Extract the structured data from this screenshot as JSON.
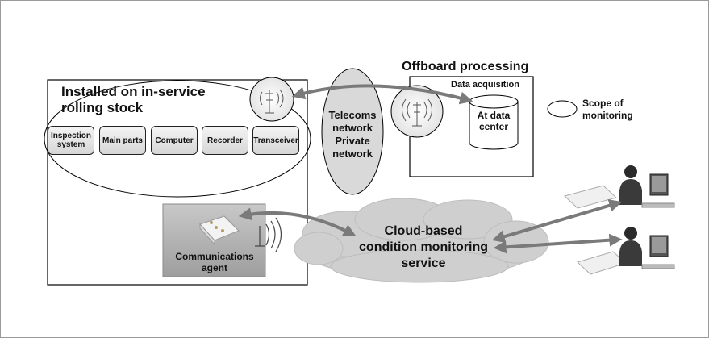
{
  "rolling_stock": {
    "title_line1": "Installed on in-service",
    "title_line2": "rolling stock",
    "components": [
      "Inspection system",
      "Main parts",
      "Computer",
      "Recorder",
      "Transceiver"
    ]
  },
  "network": {
    "line1": "Telecoms",
    "line2": "network",
    "line3": "Private",
    "line4": "network"
  },
  "offboard": {
    "title": "Offboard processing",
    "subtitle": "Data acquisition",
    "center_line1": "At data",
    "center_line2": "center"
  },
  "legend": {
    "line1": "Scope of",
    "line2": "monitoring"
  },
  "agent": {
    "line1": "Communications",
    "line2": "agent"
  },
  "cloud": {
    "line1": "Cloud-based",
    "line2": "condition monitoring",
    "line3": "service"
  },
  "colors": {
    "arrow": "#7a7a7a",
    "cloud": "#cfcfcf",
    "ellipse_fill": "#d9d9d9",
    "agent_box": "#b5b5b5"
  },
  "icons": [
    "antenna-icon",
    "database-cylinder-icon",
    "device-icon",
    "person-at-computer-icon"
  ]
}
